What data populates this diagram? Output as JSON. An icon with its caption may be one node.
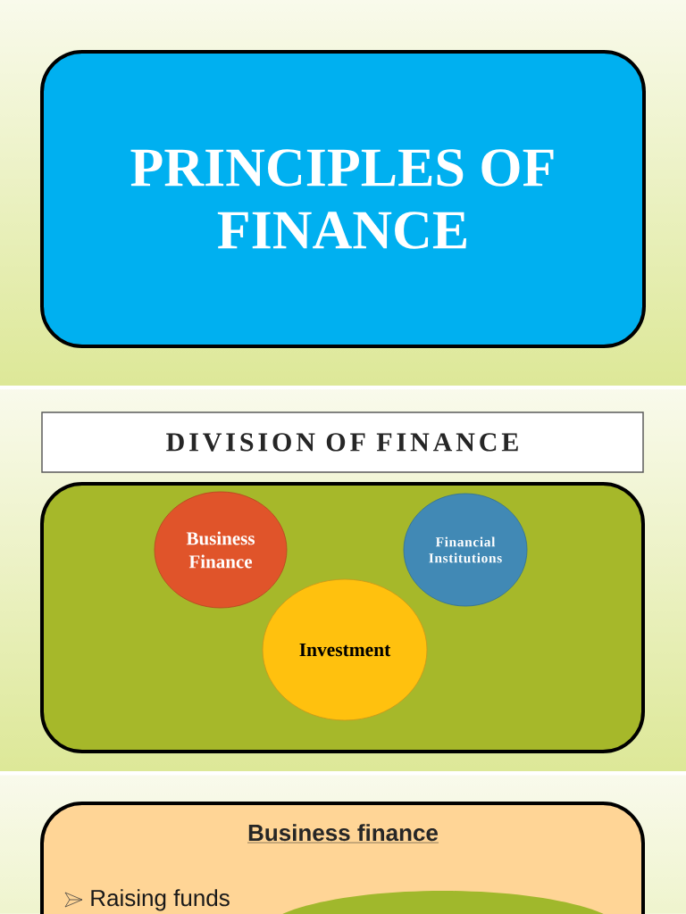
{
  "diagram": {
    "nodes": [
      {
        "text": [
          "PRINCIPLES OF FINANCE"
        ]
      },
      {
        "text": [
          "DIVISION OF FINANCE"
        ]
      },
      {
        "text": [],
        "shape": "box"
      },
      {
        "text": [
          "Business Finance"
        ],
        "in": 2
      },
      {
        "text": [
          "Financial Institutions"
        ],
        "in": 2
      },
      {
        "text": [
          "Investment"
        ],
        "in": 2
      },
      {
        "text": [
          "Business finance",
          "Raising funds"
        ]
      },
      {
        "text": [],
        "shape": "ellipse",
        "in": 6
      }
    ]
  }
}
